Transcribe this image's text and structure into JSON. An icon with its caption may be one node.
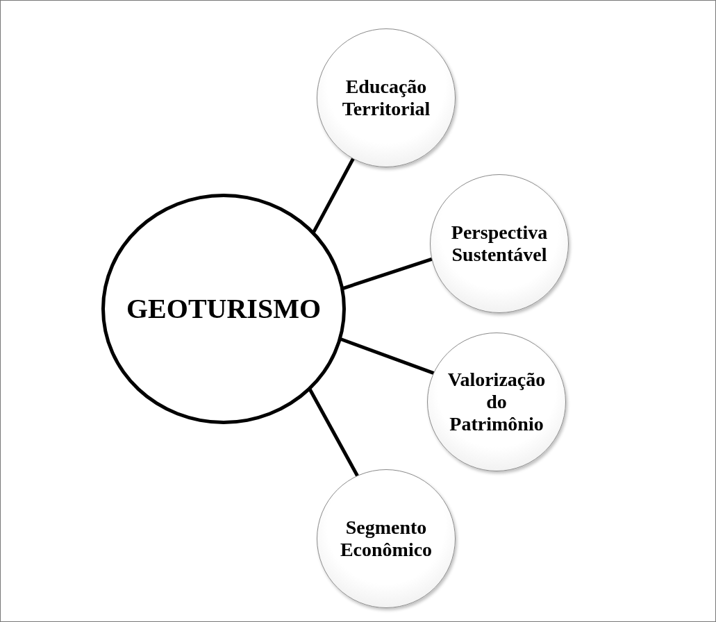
{
  "diagram": {
    "nodes": [
      {
        "text": [
          "GEOTURISMO"
        ]
      },
      {
        "text": [
          "Educação Territorial"
        ]
      },
      {
        "text": [
          "Perspectiva Sustentável"
        ]
      },
      {
        "text": [
          "Valorização do Patrimônio"
        ]
      },
      {
        "text": [
          "Segmento Econômico"
        ]
      }
    ],
    "edges": [
      {
        "from": 0,
        "to": 1,
        "arrow": "none"
      },
      {
        "from": 0,
        "to": 2,
        "arrow": "none"
      },
      {
        "from": 0,
        "to": 3,
        "arrow": "none"
      },
      {
        "from": 0,
        "to": 4,
        "arrow": "none"
      }
    ]
  }
}
